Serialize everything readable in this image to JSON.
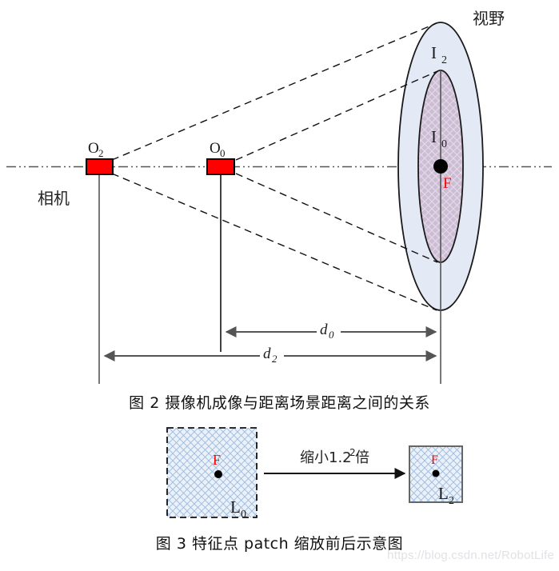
{
  "figure2": {
    "title": "图 2  摄像机成像与距离场景距离之间的关系",
    "labels": {
      "field_of_view": "视野",
      "camera": "相机",
      "outer_region": "I",
      "outer_region_sub": "2",
      "inner_region": "I",
      "inner_region_sub": "0",
      "feature_point": "F",
      "camera_far": "O",
      "camera_far_sub": "2",
      "camera_near": "O",
      "camera_near_sub": "0",
      "distance_near": "d",
      "distance_near_sub": "0",
      "distance_far": "d",
      "distance_far_sub": "2"
    },
    "colors": {
      "camera_body": "#ff0000",
      "camera_border": "#000000",
      "outer_ellipse_fill": "#e3eaf5",
      "inner_ellipse_fill": "#cdbdd4",
      "hatch": "#b3c6e0",
      "feature_point": "#000000",
      "feature_label": "#ff0000",
      "axis": "#555555",
      "dimension": "#555555",
      "ray": "#000000"
    }
  },
  "figure3": {
    "title": "图 3  特征点 patch 缩放前后示意图",
    "labels": {
      "patch_before": "L",
      "patch_before_sub": "0",
      "patch_after": "L",
      "patch_after_sub": "2",
      "feature_point_before": "F",
      "feature_point_after": "F",
      "transform": "缩小1.2",
      "transform_exponent": "2",
      "transform_suffix": "倍"
    },
    "colors": {
      "patch_fill": "#eaf1fb",
      "patch_hatch": "#8fb0d8",
      "patch_before_border": "#111111",
      "patch_after_border": "#666666",
      "feature_point": "#000000",
      "feature_label": "#ff0000",
      "arrow": "#111111"
    }
  },
  "watermark": {
    "text": "https://blog.csdn.net/RobotLife"
  }
}
